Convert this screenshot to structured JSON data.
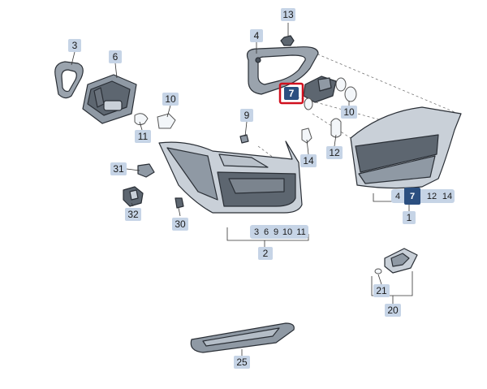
{
  "callouts": {
    "c13": "13",
    "c4": "4",
    "c3": "3",
    "c6": "6",
    "c10a": "10",
    "c7": "7",
    "c10b": "10",
    "c11": "11",
    "c9": "9",
    "c14": "14",
    "c12": "12",
    "c31": "31",
    "c32": "32",
    "c30": "30",
    "c2": "2",
    "c1": "1",
    "c21": "21",
    "c20": "20",
    "c25": "25"
  },
  "groups": {
    "g2": [
      "3",
      "6",
      "9",
      "10",
      "11"
    ],
    "g1": [
      "4",
      "7",
      "12",
      "14"
    ]
  },
  "highlight": "7",
  "colors": {
    "callout_fill": "#c6d4e6",
    "callout_highlight_fill": "#2b4f80",
    "highlight_frame": "#d0101e"
  }
}
